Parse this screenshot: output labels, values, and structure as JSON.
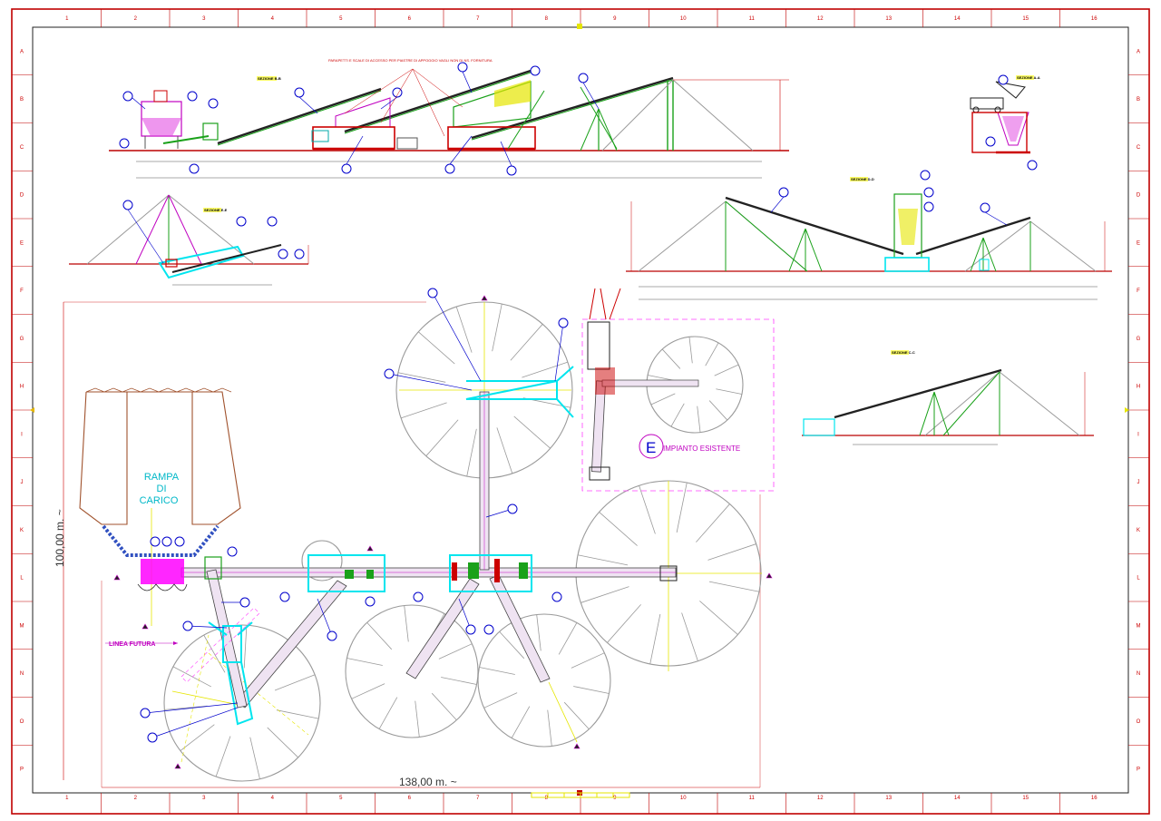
{
  "grid": {
    "columns": [
      "1",
      "2",
      "3",
      "4",
      "5",
      "6",
      "7",
      "8",
      "9",
      "10",
      "11",
      "12",
      "13",
      "14",
      "15",
      "16"
    ],
    "rows": [
      "A",
      "B",
      "C",
      "D",
      "E",
      "F",
      "G",
      "H",
      "I",
      "J",
      "K",
      "L",
      "M",
      "N",
      "O",
      "P"
    ]
  },
  "notes": {
    "parapetti": "PARAPETTI E SCALE DI ACCESSO PER PIASTRE DI APPOGGIO VAGLI NON DI NS. FORNITURA"
  },
  "sections": {
    "bb": "SEZIONE B-B",
    "aa": "SEZIONE A-A",
    "ee": "SEZIONE E-E",
    "dd": "SEZIONE D-D",
    "cc": "SEZIONE C-C"
  },
  "labels": {
    "ramp_line1": "RAMPA",
    "ramp_line2": "DI",
    "ramp_line3": "CARICO",
    "existing_plant_letter": "E",
    "existing_plant": "IMPIANTO ESISTENTE",
    "future_line": "LINEA FUTURA",
    "dim_vertical": "100,00 m. ~",
    "dim_horizontal": "138,00 m. ~"
  },
  "colors": {
    "border": "#c00000",
    "conveyor_green": "#1aa11a",
    "cyan": "#00e5ee",
    "magenta": "#ff00ff",
    "callout_blue": "#0000cc",
    "pile_grey": "#9a9a9a",
    "ramp_brown": "#a0522d",
    "support_red": "#cc0000",
    "yellow_axis": "#e6e600"
  }
}
